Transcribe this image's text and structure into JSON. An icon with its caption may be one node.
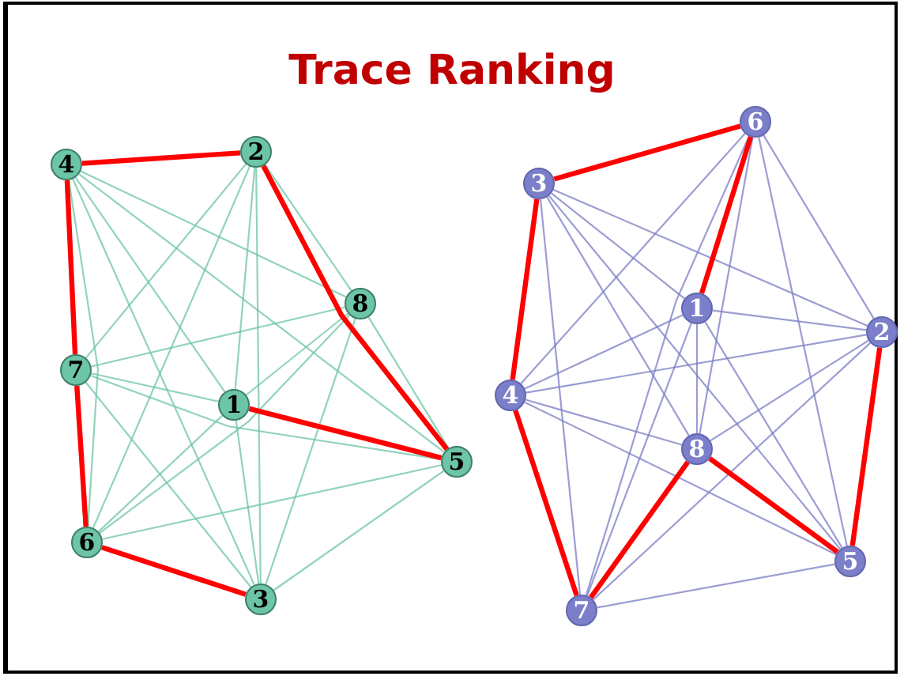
{
  "diagram": {
    "title": "Trace Ranking",
    "nodes": [
      {
        "text": [
          "1"
        ]
      },
      {
        "text": [
          "2"
        ]
      },
      {
        "text": [
          "3"
        ]
      },
      {
        "text": [
          "4"
        ]
      },
      {
        "text": [
          "5"
        ]
      },
      {
        "text": [
          "6"
        ]
      },
      {
        "text": [
          "7"
        ]
      },
      {
        "text": [
          "8"
        ]
      },
      {
        "text": [
          "1"
        ]
      },
      {
        "text": [
          "2"
        ]
      },
      {
        "text": [
          "3"
        ]
      },
      {
        "text": [
          "4"
        ]
      },
      {
        "text": [
          "5"
        ]
      },
      {
        "text": [
          "6"
        ]
      },
      {
        "text": [
          "7"
        ]
      },
      {
        "text": [
          "8"
        ]
      }
    ],
    "edges": [
      {
        "from": 0,
        "to": 1,
        "arrow": "none",
        "color": "#6cc4a4"
      },
      {
        "from": 0,
        "to": 2,
        "arrow": "none",
        "color": "#6cc4a4"
      },
      {
        "from": 0,
        "to": 3,
        "arrow": "none",
        "color": "#6cc4a4"
      },
      {
        "from": 0,
        "to": 4,
        "arrow": "none",
        "style": "thick",
        "color": "#ff0000"
      },
      {
        "from": 0,
        "to": 5,
        "arrow": "none",
        "color": "#6cc4a4"
      },
      {
        "from": 0,
        "to": 6,
        "arrow": "none",
        "color": "#6cc4a4"
      },
      {
        "from": 0,
        "to": 7,
        "arrow": "none",
        "color": "#6cc4a4"
      },
      {
        "from": 1,
        "to": 2,
        "arrow": "none",
        "color": "#6cc4a4"
      },
      {
        "from": 1,
        "to": 3,
        "arrow": "none",
        "style": "thick",
        "color": "#ff0000"
      },
      {
        "from": 1,
        "to": 4,
        "arrow": "none",
        "style": "thick",
        "color": "#ff0000"
      },
      {
        "from": 1,
        "to": 5,
        "arrow": "none",
        "color": "#6cc4a4"
      },
      {
        "from": 1,
        "to": 6,
        "arrow": "none",
        "color": "#6cc4a4"
      },
      {
        "from": 1,
        "to": 7,
        "arrow": "none",
        "color": "#6cc4a4"
      },
      {
        "from": 2,
        "to": 3,
        "arrow": "none",
        "color": "#6cc4a4"
      },
      {
        "from": 2,
        "to": 4,
        "arrow": "none",
        "color": "#6cc4a4"
      },
      {
        "from": 2,
        "to": 5,
        "arrow": "none",
        "style": "thick",
        "color": "#ff0000"
      },
      {
        "from": 2,
        "to": 6,
        "arrow": "none",
        "color": "#6cc4a4"
      },
      {
        "from": 2,
        "to": 7,
        "arrow": "none",
        "color": "#6cc4a4"
      },
      {
        "from": 3,
        "to": 4,
        "arrow": "none",
        "color": "#6cc4a4"
      },
      {
        "from": 3,
        "to": 5,
        "arrow": "none",
        "color": "#6cc4a4"
      },
      {
        "from": 3,
        "to": 6,
        "arrow": "none",
        "style": "thick",
        "color": "#ff0000"
      },
      {
        "from": 3,
        "to": 7,
        "arrow": "none",
        "color": "#6cc4a4"
      },
      {
        "from": 4,
        "to": 5,
        "arrow": "none",
        "color": "#6cc4a4"
      },
      {
        "from": 4,
        "to": 6,
        "arrow": "none",
        "color": "#6cc4a4"
      },
      {
        "from": 4,
        "to": 7,
        "arrow": "none",
        "color": "#6cc4a4"
      },
      {
        "from": 5,
        "to": 6,
        "arrow": "none",
        "style": "thick",
        "color": "#ff0000"
      },
      {
        "from": 5,
        "to": 7,
        "arrow": "none",
        "color": "#6cc4a4"
      },
      {
        "from": 6,
        "to": 7,
        "arrow": "none",
        "color": "#6cc4a4"
      },
      {
        "from": 8,
        "to": 9,
        "arrow": "none",
        "color": "#7a7cc4"
      },
      {
        "from": 8,
        "to": 10,
        "arrow": "none",
        "color": "#7a7cc4"
      },
      {
        "from": 8,
        "to": 11,
        "arrow": "none",
        "color": "#7a7cc4"
      },
      {
        "from": 8,
        "to": 12,
        "arrow": "none",
        "color": "#7a7cc4"
      },
      {
        "from": 8,
        "to": 13,
        "arrow": "none",
        "style": "thick",
        "color": "#ff0000"
      },
      {
        "from": 8,
        "to": 14,
        "arrow": "none",
        "color": "#7a7cc4"
      },
      {
        "from": 8,
        "to": 15,
        "arrow": "none",
        "color": "#7a7cc4"
      },
      {
        "from": 9,
        "to": 10,
        "arrow": "none",
        "color": "#7a7cc4"
      },
      {
        "from": 9,
        "to": 11,
        "arrow": "none",
        "color": "#7a7cc4"
      },
      {
        "from": 9,
        "to": 12,
        "arrow": "none",
        "style": "thick",
        "color": "#ff0000"
      },
      {
        "from": 9,
        "to": 13,
        "arrow": "none",
        "color": "#7a7cc4"
      },
      {
        "from": 9,
        "to": 14,
        "arrow": "none",
        "color": "#7a7cc4"
      },
      {
        "from": 9,
        "to": 15,
        "arrow": "none",
        "color": "#7a7cc4"
      },
      {
        "from": 10,
        "to": 11,
        "arrow": "none",
        "style": "thick",
        "color": "#ff0000"
      },
      {
        "from": 10,
        "to": 12,
        "arrow": "none",
        "color": "#7a7cc4"
      },
      {
        "from": 10,
        "to": 13,
        "arrow": "none",
        "style": "thick",
        "color": "#ff0000"
      },
      {
        "from": 10,
        "to": 14,
        "arrow": "none",
        "color": "#7a7cc4"
      },
      {
        "from": 10,
        "to": 15,
        "arrow": "none",
        "color": "#7a7cc4"
      },
      {
        "from": 11,
        "to": 12,
        "arrow": "none",
        "color": "#7a7cc4"
      },
      {
        "from": 11,
        "to": 13,
        "arrow": "none",
        "color": "#7a7cc4"
      },
      {
        "from": 11,
        "to": 14,
        "arrow": "none",
        "style": "thick",
        "color": "#ff0000"
      },
      {
        "from": 11,
        "to": 15,
        "arrow": "none",
        "color": "#7a7cc4"
      },
      {
        "from": 12,
        "to": 13,
        "arrow": "none",
        "color": "#7a7cc4"
      },
      {
        "from": 12,
        "to": 14,
        "arrow": "none",
        "color": "#7a7cc4"
      },
      {
        "from": 12,
        "to": 15,
        "arrow": "none",
        "style": "thick",
        "color": "#ff0000"
      },
      {
        "from": 13,
        "to": 14,
        "arrow": "none",
        "color": "#7a7cc4"
      },
      {
        "from": 13,
        "to": 15,
        "arrow": "none",
        "color": "#7a7cc4"
      },
      {
        "from": 14,
        "to": 15,
        "arrow": "none",
        "style": "thick",
        "color": "#ff0000"
      }
    ]
  }
}
